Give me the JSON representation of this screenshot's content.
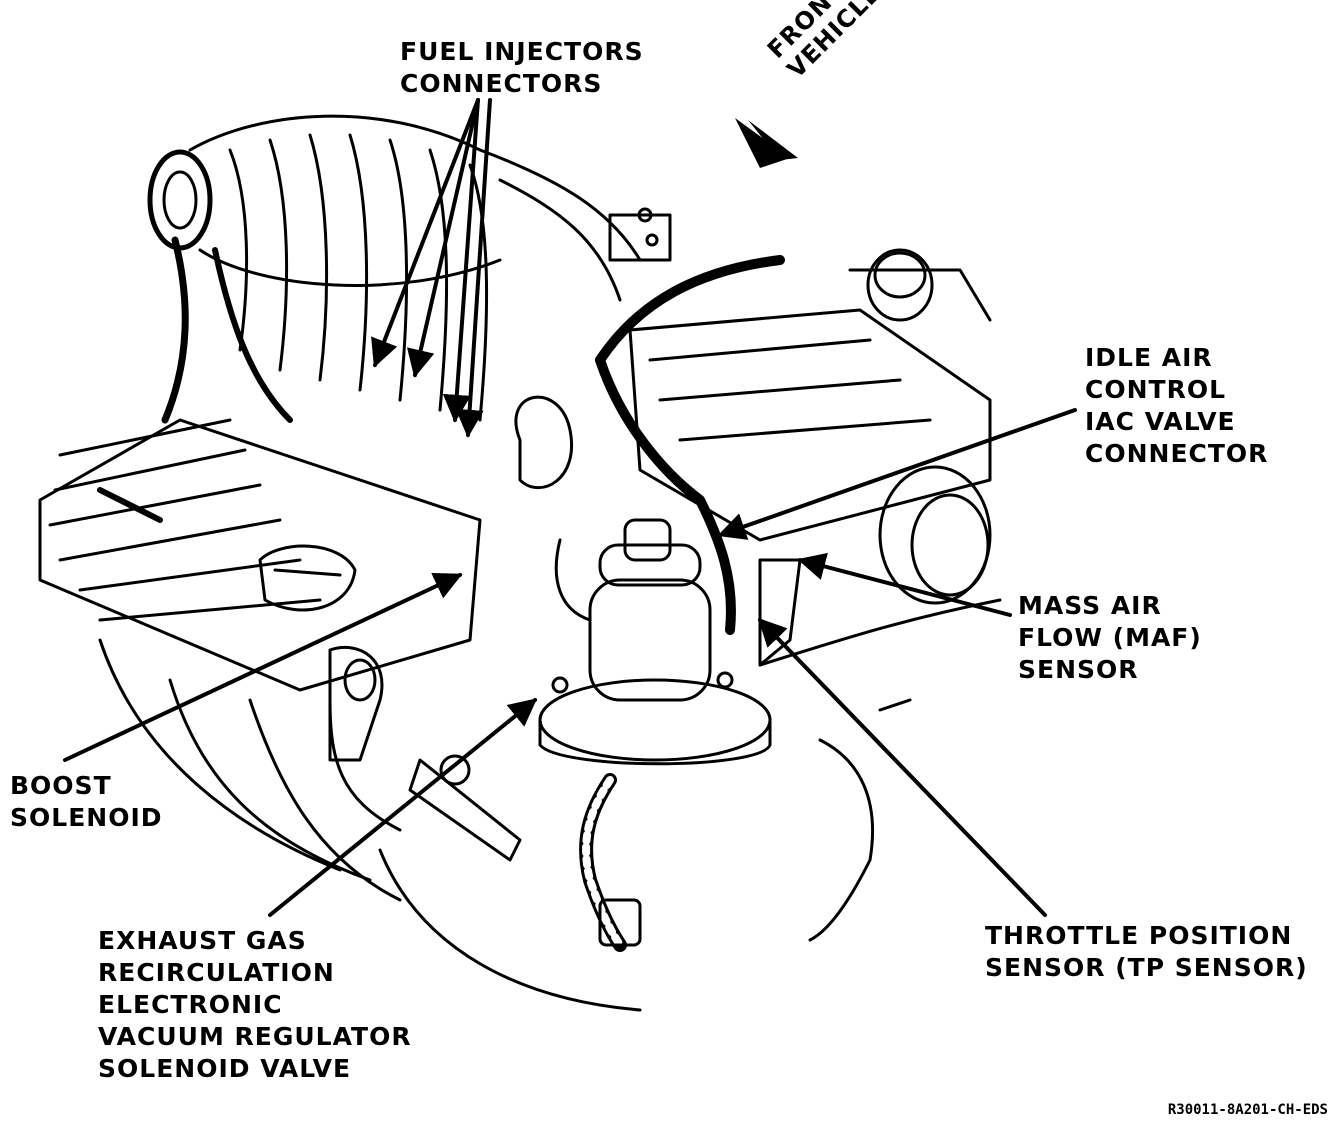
{
  "labels": {
    "fuel_injectors": [
      "FUEL INJECTORS",
      "CONNECTORS"
    ],
    "front_of_vehicle": [
      "FRONT OF",
      "VEHICLE"
    ],
    "idle_air": [
      "IDLE AIR",
      "CONTROL",
      "IAC VALVE",
      "CONNECTOR"
    ],
    "maf": [
      "MASS AIR",
      "FLOW (MAF)",
      "SENSOR"
    ],
    "boost": [
      "BOOST",
      "SOLENOID"
    ],
    "egr": [
      "EXHAUST GAS",
      "RECIRCULATION",
      "ELECTRONIC",
      "VACUUM REGULATOR",
      "SOLENOID VALVE"
    ],
    "tps": [
      "THROTTLE POSITION",
      "SENSOR (TP SENSOR)"
    ]
  },
  "figure_code": "R30011-8A201-CH-EDS",
  "colors": {
    "ink": "#000000",
    "paper": "#ffffff"
  }
}
